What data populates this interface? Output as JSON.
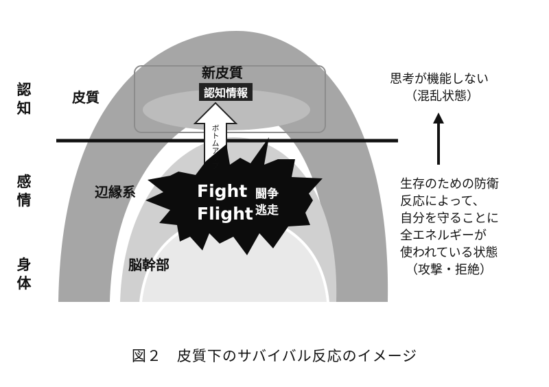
{
  "side_labels": {
    "cognition": "認知",
    "emotion": "感情",
    "body": "身体"
  },
  "layers": {
    "cortex": "皮質",
    "neocortex": "新皮質",
    "limbic": "辺縁系",
    "brainstem": "脳幹部"
  },
  "center": {
    "cognitive_info": "認知情報",
    "bottom_up": "ボトムアップ"
  },
  "burst": {
    "fight": "Fight",
    "flight": "Flight",
    "fight_ja": "闘争",
    "flight_ja": "逃走"
  },
  "right_notes": {
    "top_line1": "思考が機能しない",
    "top_line2": "（混乱状態）",
    "bottom_lines": [
      "生存のための防衛",
      "反応によって、",
      "自分を守ることに",
      "全エネルギーが",
      "使われている状態",
      "（攻撃・拒絶）"
    ]
  },
  "caption": "図２　皮質下のサバイバル反応のイメージ",
  "colors": {
    "cortex_fill": "#a6a6a6",
    "neocortex_fill": "#bcbcbc",
    "limbic_fill": "#d0d0d0",
    "brainstem_fill": "#e9e9e9",
    "burst_fill": "#0c0c0c",
    "line": "#111111"
  }
}
